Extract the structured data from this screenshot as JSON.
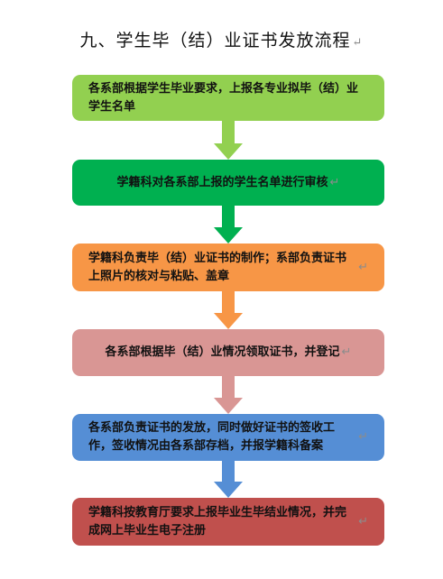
{
  "title": "九、学生毕（结）业证书发放流程",
  "paragraph_mark": "↵",
  "steps": [
    {
      "text": "各系部根据学生毕业要求，上报各专业拟毕（结）业学生名单",
      "color": "#92d050"
    },
    {
      "text": "学籍科对各系部上报的学生名单进行审核",
      "color": "#00b050"
    },
    {
      "text": "学籍科负责毕（结）业证书的制作；系部负责证书上照片的核对与粘贴、盖章",
      "color": "#f79646"
    },
    {
      "text": "各系部根据毕（结）业情况领取证书，并登记",
      "color": "#d99694"
    },
    {
      "text": "各系部负责证书的发放，同时做好证书的签收工作，签收情况由各系部存档，并报学籍科备案",
      "color": "#558ed5"
    },
    {
      "text": "学籍科按教育厅要求上报毕业生毕结业情况，并完成网上毕业生电子注册",
      "color": "#c0504d"
    }
  ],
  "arrows": [
    {
      "color": "#92d050"
    },
    {
      "color": "#00b050"
    },
    {
      "color": "#f79646"
    },
    {
      "color": "#d99694"
    },
    {
      "color": "#558ed5"
    }
  ]
}
